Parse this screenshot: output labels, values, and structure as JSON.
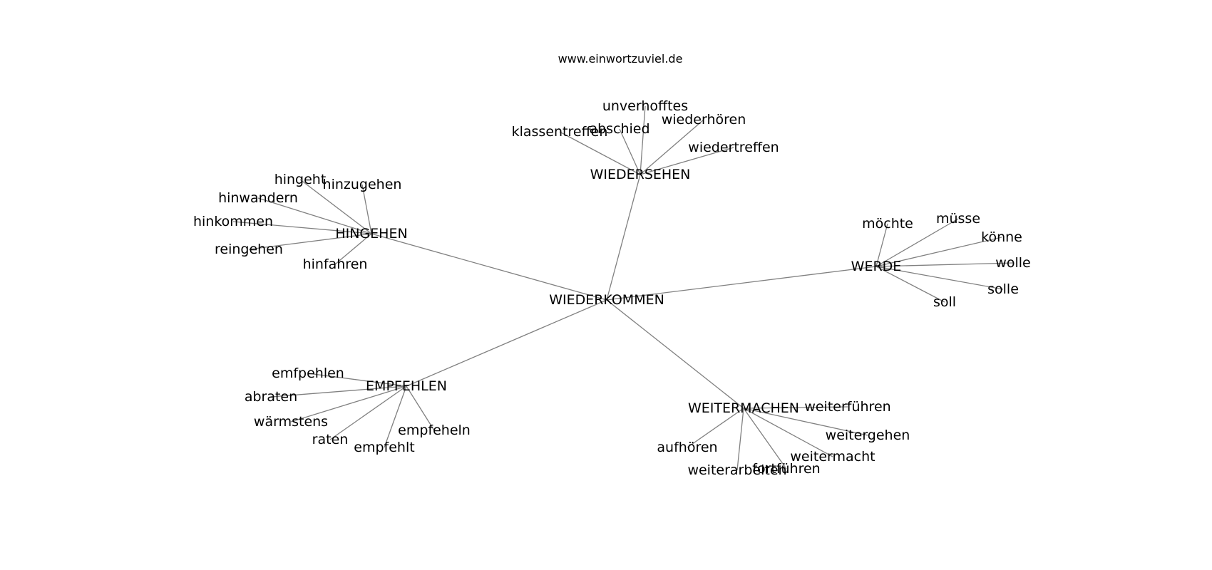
{
  "caption": "www.einwortzuviel.de",
  "graph": {
    "center": "WIEDERKOMMEN",
    "hubs": [
      {
        "id": "wiedersehen",
        "label": "WIEDERSEHEN",
        "leaves": [
          "klassentreffen",
          "abschied",
          "unverhofftes",
          "wiederhören",
          "wiedertreffen"
        ]
      },
      {
        "id": "hingehen",
        "label": "HINGEHEN",
        "leaves": [
          "hingeht",
          "hinzugehen",
          "hinwandern",
          "hinkommen",
          "reingehen",
          "hinfahren"
        ]
      },
      {
        "id": "werde",
        "label": "WERDE",
        "leaves": [
          "möchte",
          "müsse",
          "könne",
          "wolle",
          "solle",
          "soll"
        ]
      },
      {
        "id": "empfehlen",
        "label": "EMPFEHLEN",
        "leaves": [
          "emfpehlen",
          "abraten",
          "wärmstens",
          "raten",
          "empfehlt",
          "empfeheln"
        ]
      },
      {
        "id": "weitermachen",
        "label": "WEITERMACHEN",
        "leaves": [
          "weiterführen",
          "weitergehen",
          "weitermacht",
          "fortführen",
          "weiterarbeiten",
          "aufhören"
        ]
      }
    ]
  }
}
